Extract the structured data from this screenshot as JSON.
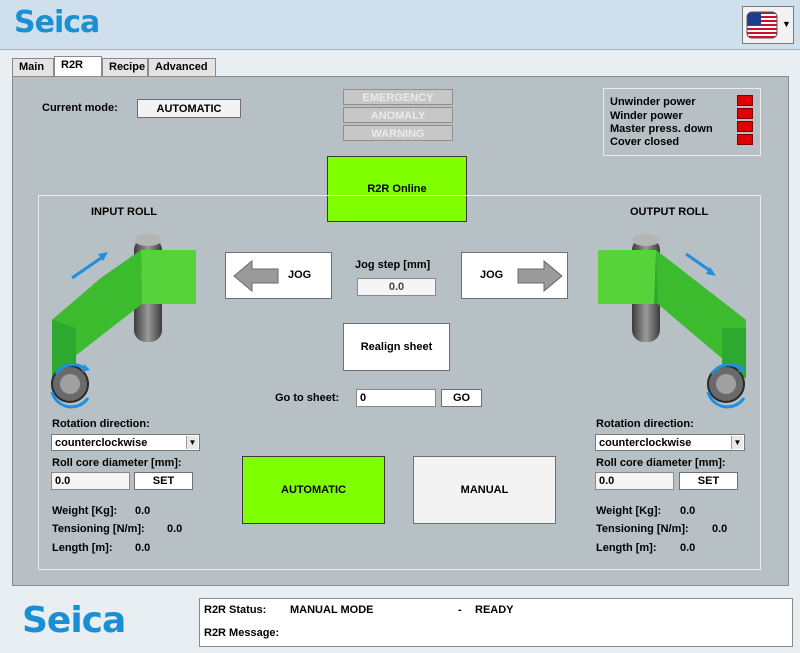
{
  "header": {
    "logo": "Seica",
    "flag_icon": "us-flag-icon"
  },
  "tabs": [
    {
      "label": "Main"
    },
    {
      "label": "R2R"
    },
    {
      "label": "Recipe"
    },
    {
      "label": "Advanced"
    }
  ],
  "mode": {
    "label": "Current mode:",
    "value": "AUTOMATIC"
  },
  "alarms": {
    "emergency": "EMERGENCY",
    "anomaly": "ANOMALY",
    "warning": "WARNING"
  },
  "indicators": [
    {
      "label": "Unwinder power"
    },
    {
      "label": "Winder power"
    },
    {
      "label": "Master press. down"
    },
    {
      "label": "Cover closed"
    }
  ],
  "indicator_color": "#e00000",
  "r2r_online": "R2R Online",
  "input_roll": {
    "title": "INPUT ROLL",
    "rotation_label": "Rotation direction:",
    "rotation_value": "counterclockwise",
    "core_label": "Roll core diameter [mm]:",
    "core_value": "0.0",
    "set_label": "SET",
    "weight_label": "Weight [Kg]:",
    "weight_value": "0.0",
    "tension_label": "Tensioning [N/m]:",
    "tension_value": "0.0",
    "length_label": "Length [m]:",
    "length_value": "0.0"
  },
  "output_roll": {
    "title": "OUTPUT ROLL",
    "rotation_label": "Rotation direction:",
    "rotation_value": "counterclockwise",
    "core_label": "Roll core diameter [mm]:",
    "core_value": "0.0",
    "set_label": "SET",
    "weight_label": "Weight [Kg]:",
    "weight_value": "0.0",
    "tension_label": "Tensioning [N/m]:",
    "tension_value": "0.0",
    "length_label": "Length [m]:",
    "length_value": "0.0"
  },
  "jog": {
    "left_label": "JOG",
    "right_label": "JOG",
    "step_label": "Jog step [mm]",
    "step_value": "0.0"
  },
  "realign": "Realign sheet",
  "goto": {
    "label": "Go to sheet:",
    "value": "0",
    "button": "GO"
  },
  "mode_buttons": {
    "automatic": "AUTOMATIC",
    "manual": "MANUAL"
  },
  "accent_green": "#7fff00",
  "footer": {
    "logo": "Seica",
    "status_label": "R2R Status:",
    "status_mode": "MANUAL MODE",
    "status_sep": "-",
    "status_state": "READY",
    "message_label": "R2R Message:"
  }
}
